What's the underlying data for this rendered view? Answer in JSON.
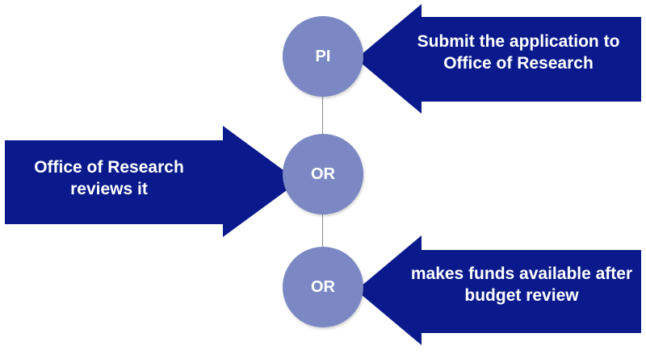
{
  "colors": {
    "arrow_fill": "#0a1a8c",
    "circle_fill": "#7b88c4",
    "connector": "#8a8a8a",
    "text": "#ffffff"
  },
  "steps": [
    {
      "node_label": "PI",
      "arrow_text": "Submit the application to Office of Research"
    },
    {
      "node_label": "OR",
      "arrow_text": "Office of Research reviews it"
    },
    {
      "node_label": "OR",
      "arrow_text": "makes funds available after budget review"
    }
  ]
}
